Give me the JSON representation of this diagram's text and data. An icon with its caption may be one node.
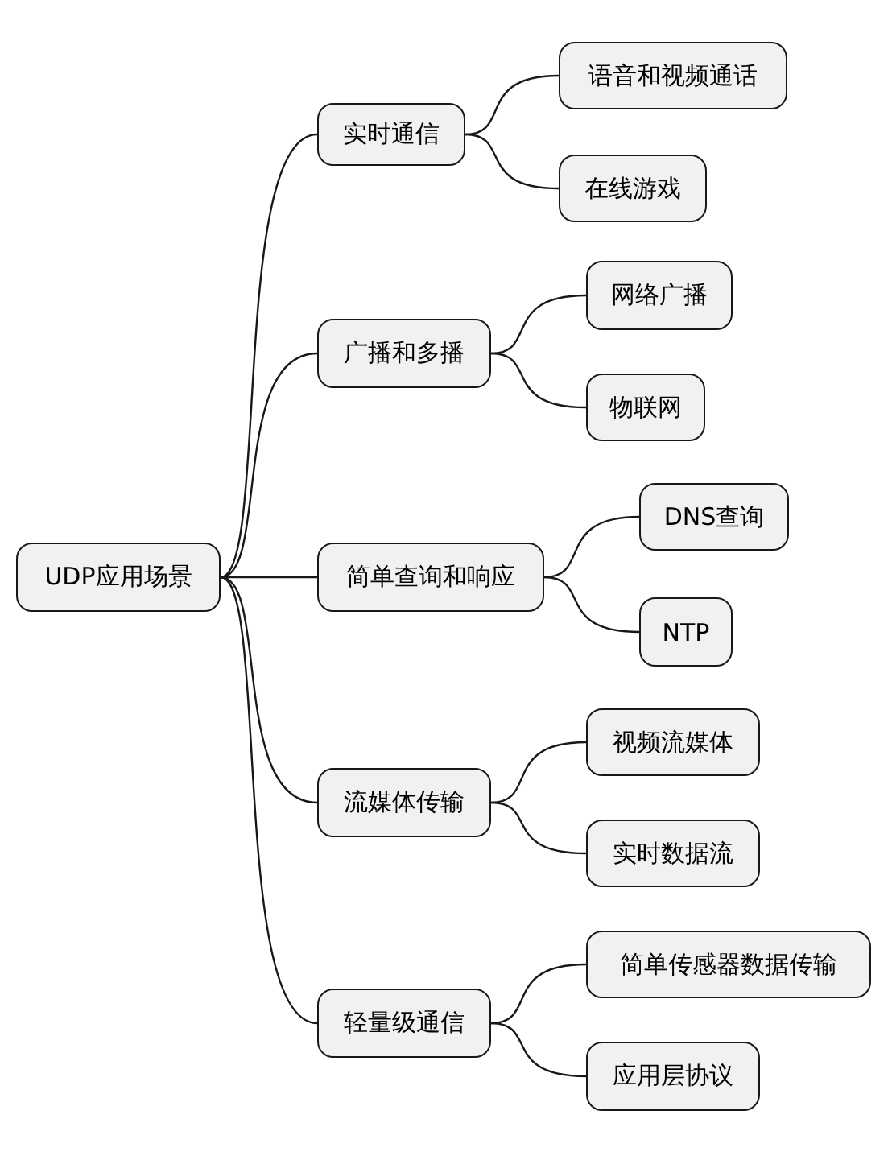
{
  "diagram": {
    "nodes": [
      {
        "text": [
          "UDP应用场景"
        ]
      },
      {
        "text": [
          "实时通信"
        ]
      },
      {
        "text": [
          "语音和视频通话"
        ]
      },
      {
        "text": [
          "在线游戏"
        ]
      },
      {
        "text": [
          "广播和多播"
        ]
      },
      {
        "text": [
          "网络广播"
        ]
      },
      {
        "text": [
          "物联网"
        ]
      },
      {
        "text": [
          "简单查询和响应"
        ]
      },
      {
        "text": [
          "DNS查询"
        ]
      },
      {
        "text": [
          "NTP"
        ]
      },
      {
        "text": [
          "流媒体传输"
        ]
      },
      {
        "text": [
          "视频流媒体"
        ]
      },
      {
        "text": [
          "实时数据流"
        ]
      },
      {
        "text": [
          "轻量级通信"
        ]
      },
      {
        "text": [
          "简单传感器数据传输"
        ]
      },
      {
        "text": [
          "应用层协议"
        ]
      }
    ],
    "edges": [
      {
        "from": 0,
        "to": 1,
        "arrow": "none"
      },
      {
        "from": 1,
        "to": 2,
        "arrow": "none"
      },
      {
        "from": 1,
        "to": 3,
        "arrow": "none"
      },
      {
        "from": 0,
        "to": 4,
        "arrow": "none"
      },
      {
        "from": 4,
        "to": 5,
        "arrow": "none"
      },
      {
        "from": 4,
        "to": 6,
        "arrow": "none"
      },
      {
        "from": 0,
        "to": 7,
        "arrow": "none"
      },
      {
        "from": 7,
        "to": 8,
        "arrow": "none"
      },
      {
        "from": 7,
        "to": 9,
        "arrow": "none"
      },
      {
        "from": 0,
        "to": 10,
        "arrow": "none"
      },
      {
        "from": 10,
        "to": 11,
        "arrow": "none"
      },
      {
        "from": 10,
        "to": 12,
        "arrow": "none"
      },
      {
        "from": 0,
        "to": 13,
        "arrow": "none"
      },
      {
        "from": 13,
        "to": 14,
        "arrow": "none"
      },
      {
        "from": 13,
        "to": 15,
        "arrow": "none"
      }
    ]
  }
}
